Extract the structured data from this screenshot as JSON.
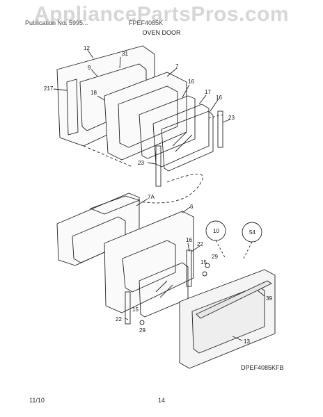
{
  "watermark": "AppliancePartsPros.com",
  "header": {
    "publication": "Publication No. 5995...",
    "model": "FPEF4085K",
    "section": "OVEN DOOR"
  },
  "footer": {
    "date": "11/10",
    "page": "14"
  },
  "diagram_code": "DPEF4085KFB",
  "callouts": [
    "12",
    "31",
    "9",
    "7",
    "217",
    "18",
    "16",
    "17",
    "16",
    "23",
    "23",
    "7A",
    "6",
    "10",
    "54",
    "16",
    "22",
    "29",
    "15",
    "39",
    "22",
    "15",
    "29",
    "13"
  ]
}
